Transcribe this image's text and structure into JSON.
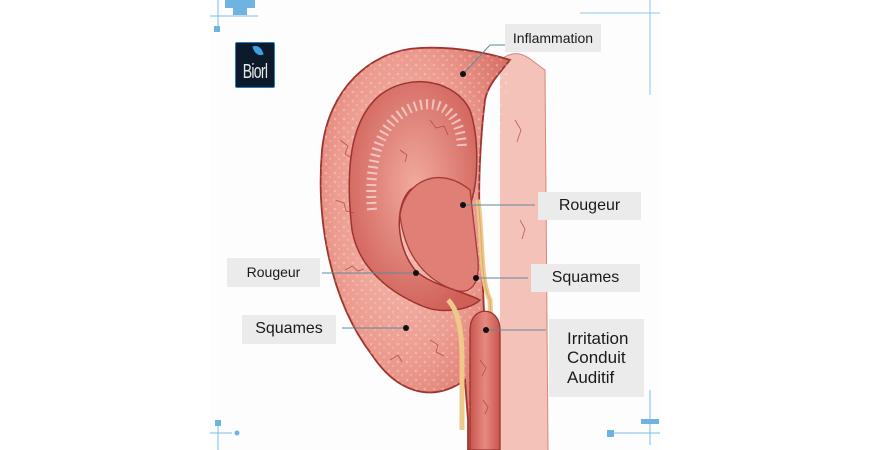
{
  "brand": {
    "logo_text": "Biorl",
    "accent_color": "#5aaee0"
  },
  "labels": {
    "inflammation": "Inflammation",
    "rougeur_right": "Rougeur",
    "squames_right": "Squames",
    "rougeur_left": "Rougeur",
    "squames_left": "Squames",
    "irritation_line1": "Irritation",
    "irritation_line2": "Conduit",
    "irritation_line3": "Auditif"
  },
  "colors": {
    "skin": "#e8857a",
    "skin_light": "#f3b3a8",
    "skin_dark": "#b94a45",
    "outline": "#9c3430",
    "cartilage": "#efc98a",
    "label_bg": "#ebebeb",
    "leader_line": "#5f8a96",
    "decor": "#7bbde6"
  }
}
